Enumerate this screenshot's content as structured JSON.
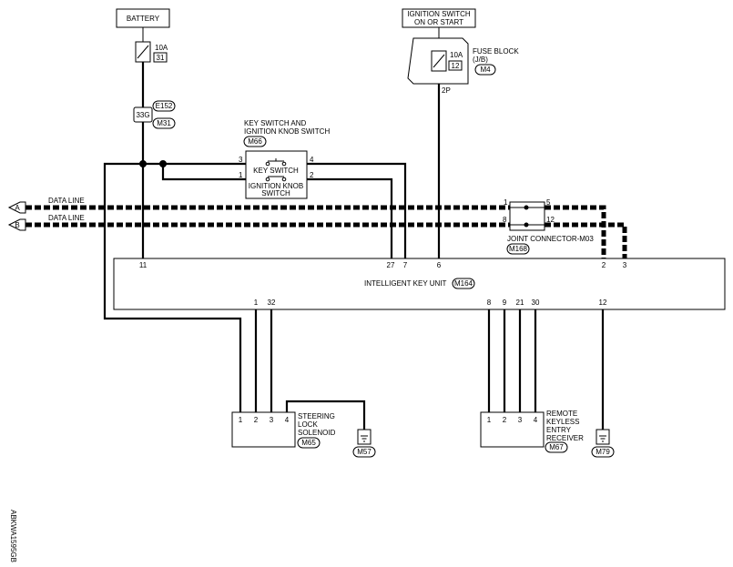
{
  "battery": {
    "label": "BATTERY",
    "fuse_amp": "10A",
    "fuse_no": "31"
  },
  "splice": {
    "label": "33G",
    "connector1": "E152",
    "connector2": "M31"
  },
  "ignition": {
    "line1": "IGNITION SWITCH",
    "line2": "ON OR START",
    "fuse_amp": "10A",
    "fuse_no": "12",
    "block_line1": "FUSE BLOCK",
    "block_line2": "(J/B)",
    "block_connector": "M4",
    "terminal": "2P"
  },
  "key_switch": {
    "title1": "KEY SWITCH AND",
    "title2": "IGNITION KNOB SWITCH",
    "connector": "M66",
    "switch1": "KEY SWITCH",
    "switch2_line1": "IGNITION KNOB",
    "switch2_line2": "SWITCH",
    "pin3": "3",
    "pin4": "4",
    "pin1": "1",
    "pin2": "2"
  },
  "data_lines": {
    "a_tag": "A",
    "b_tag": "B",
    "a_label": "DATA LINE",
    "b_label": "DATA LINE"
  },
  "joint": {
    "label": "JOINT CONNECTOR-M03",
    "connector": "M168",
    "pin1": "1",
    "pin5": "5",
    "pin8": "8",
    "pin12": "12"
  },
  "unit": {
    "label": "INTELLIGENT KEY UNIT",
    "connector": "M164",
    "top_pins": [
      "11",
      "27",
      "7",
      "6",
      "2",
      "3"
    ],
    "bottom_pins": [
      "1",
      "32",
      "8",
      "9",
      "21",
      "30",
      "12"
    ]
  },
  "solenoid": {
    "line1": "STEERING",
    "line2": "LOCK",
    "line3": "SOLENOID",
    "connector": "M65",
    "pins": [
      "1",
      "2",
      "3",
      "4"
    ],
    "ground": "M57"
  },
  "receiver": {
    "line1": "REMOTE",
    "line2": "KEYLESS",
    "line3": "ENTRY",
    "line4": "RECEIVER",
    "connector": "M67",
    "pins": [
      "1",
      "2",
      "3",
      "4"
    ]
  },
  "ground_right": "M79",
  "code": "ABKWA1595GB"
}
